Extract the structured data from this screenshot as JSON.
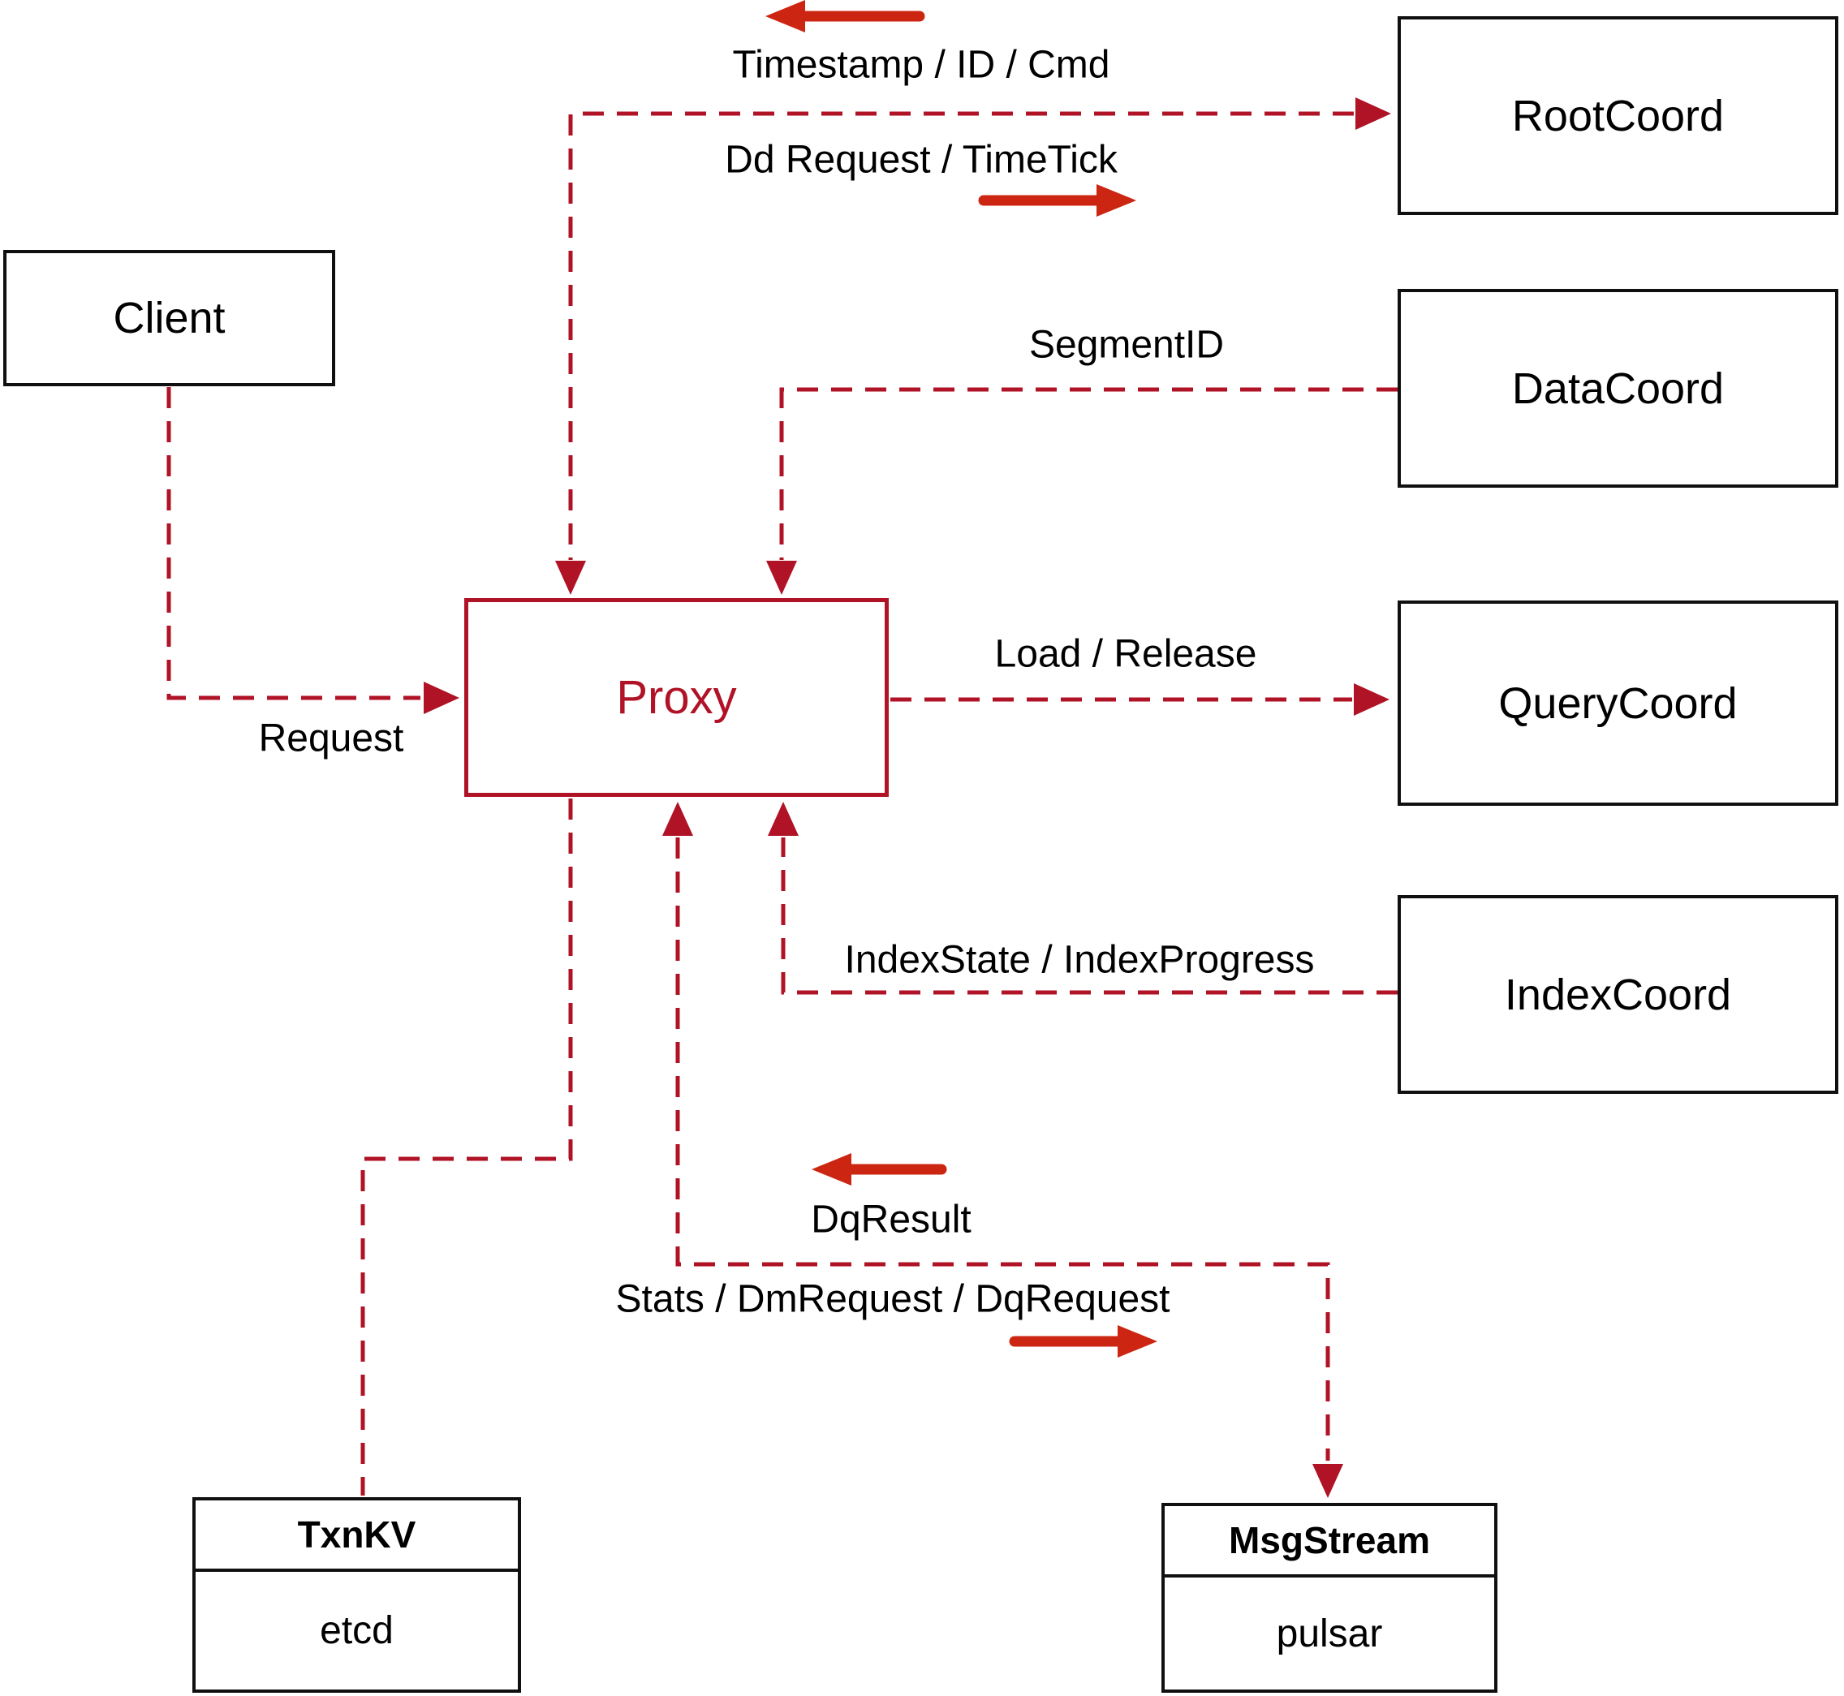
{
  "diagram": {
    "nodes": {
      "client": {
        "label": "Client"
      },
      "proxy": {
        "label": "Proxy"
      },
      "rootCoord": {
        "label": "RootCoord"
      },
      "dataCoord": {
        "label": "DataCoord"
      },
      "queryCoord": {
        "label": "QueryCoord"
      },
      "indexCoord": {
        "label": "IndexCoord"
      },
      "txnKV": {
        "label": "TxnKV",
        "backend": "etcd"
      },
      "msgStream": {
        "label": "MsgStream",
        "backend": "pulsar"
      }
    },
    "edges": {
      "clientToProxy": {
        "label": "Request"
      },
      "proxyRootCoord": {
        "returnLabel": "Timestamp / ID / Cmd",
        "sendLabel": "Dd Request / TimeTick"
      },
      "dataCoordToProxy": {
        "label": "SegmentID"
      },
      "proxyToQueryCoord": {
        "label": "Load / Release"
      },
      "indexCoordToProxy": {
        "label": "IndexState / IndexProgress"
      },
      "proxyMsgStream": {
        "returnLabel": "DqResult",
        "sendLabel": "Stats / DmRequest / DqRequest"
      }
    },
    "icons": {
      "return": "arrow-left-icon",
      "send": "arrow-right-icon"
    },
    "colors": {
      "connector": "#b01226",
      "annotationArrow": "#cc2512",
      "boxBorder": "#101010",
      "proxyAccent": "#b01226",
      "text": "#000000",
      "background": "#ffffff"
    }
  }
}
